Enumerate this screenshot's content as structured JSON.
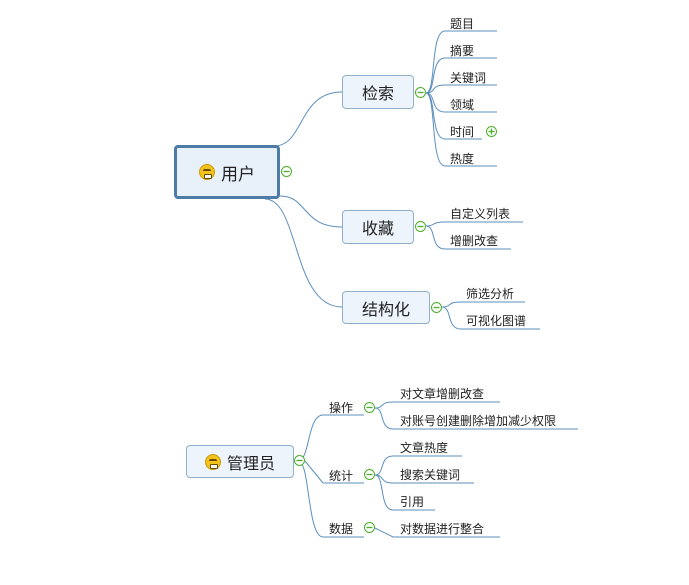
{
  "user": {
    "root_label": "用户",
    "root_icon": "grin-emoji-icon",
    "branches": [
      {
        "label": "检索",
        "children": [
          "题目",
          "摘要",
          "关键词",
          "领域",
          "时间",
          "热度"
        ],
        "collapsed_child": "时间"
      },
      {
        "label": "收藏",
        "children": [
          "自定义列表",
          "增删改查"
        ]
      },
      {
        "label": "结构化",
        "children": [
          "筛选分析",
          "可视化图谱"
        ]
      }
    ]
  },
  "admin": {
    "root_label": "管理员",
    "root_icon": "worried-emoji-icon",
    "branches": [
      {
        "label": "操作",
        "children": [
          "对文章增删改查",
          "对账号创建删除增加减少权限"
        ]
      },
      {
        "label": "统计",
        "children": [
          "文章热度",
          "搜索关键词",
          "引用"
        ]
      },
      {
        "label": "数据",
        "children": [
          "对数据进行整合"
        ]
      }
    ]
  },
  "colors": {
    "line": "#5b8fbf",
    "node_fill": "#eef4fb",
    "node_border": "#8eaecc",
    "toggle": "#4caf2a"
  }
}
